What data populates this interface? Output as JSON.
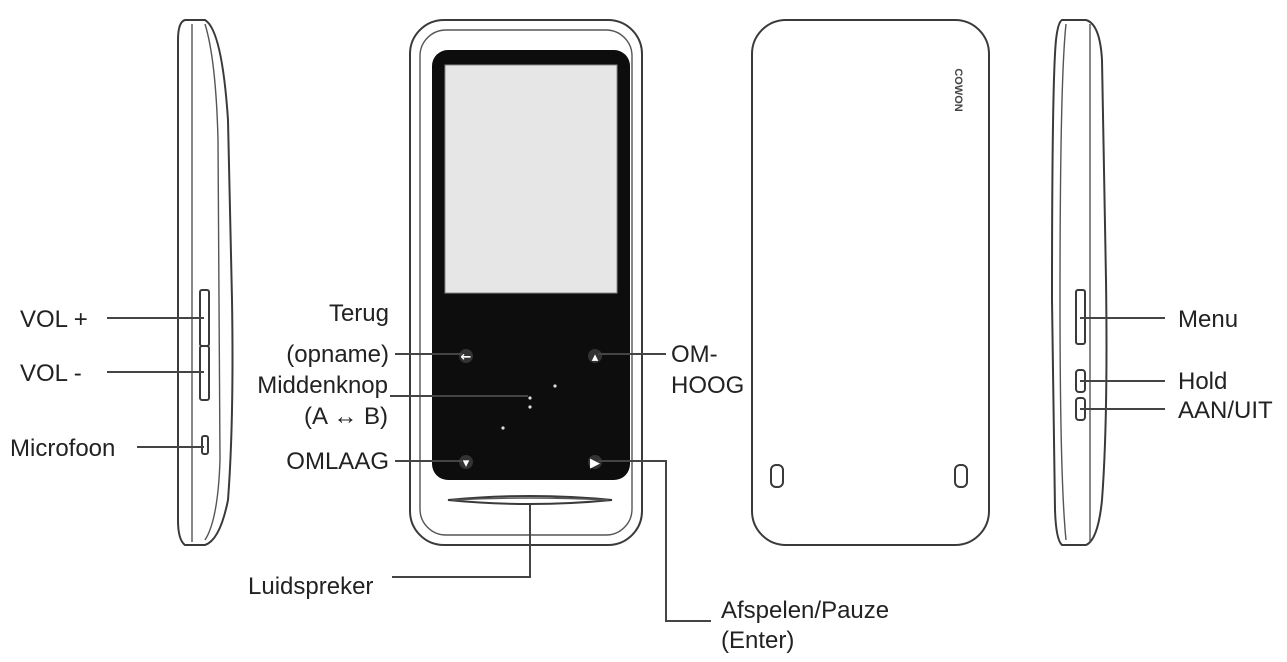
{
  "labels": {
    "vol_plus": "VOL +",
    "vol_minus": "VOL -",
    "microfoon": "Microfoon",
    "terug_1": "Terug",
    "terug_2": "(opname)",
    "middenknop_1": "Middenknop",
    "middenknop_2": "(A ↔ B)",
    "omlaag": "OMLAAG",
    "omhoog_1": "OM-",
    "omhoog_2": "HOOG",
    "luidspreker": "Luidspreker",
    "afspelen_1": "Afspelen/Pauze",
    "afspelen_2": "(Enter)",
    "menu": "Menu",
    "hold": "Hold",
    "aan_uit": "AAN/UIT"
  },
  "brand_mark": "COWON",
  "icons": {
    "back": "back-arrow-icon",
    "up": "up-icon",
    "down": "down-icon",
    "play_pause": "play-pause-icon"
  },
  "colors": {
    "line": "#444444",
    "panel": "#0d0d0d",
    "screen": "#e6e6e6",
    "text": "#222222"
  }
}
